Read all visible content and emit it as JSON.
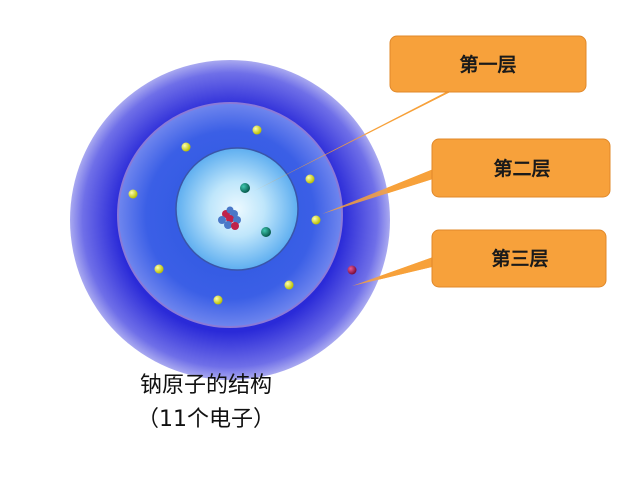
{
  "diagram": {
    "callouts": [
      {
        "label": "第一层"
      },
      {
        "label": "第二层"
      },
      {
        "label": "第三层"
      }
    ],
    "caption": {
      "title": "钠原子的结构",
      "subtitle": "（11个电子）"
    },
    "colors": {
      "shell_outer": "#2b2bd6",
      "shell_middle": "#3d5ae8",
      "shell_inner": "#9fd6f7",
      "callout_fill": "#f7a13b",
      "electron_yellow": "#e2e60f",
      "electron_teal": "#0f8a78",
      "electron_magenta": "#b0185a",
      "nucleus_blue": "#4a78c8",
      "nucleus_red": "#c0224a"
    },
    "electron_counts": {
      "shell_1": 2,
      "shell_2": 8,
      "shell_3": 1
    }
  }
}
